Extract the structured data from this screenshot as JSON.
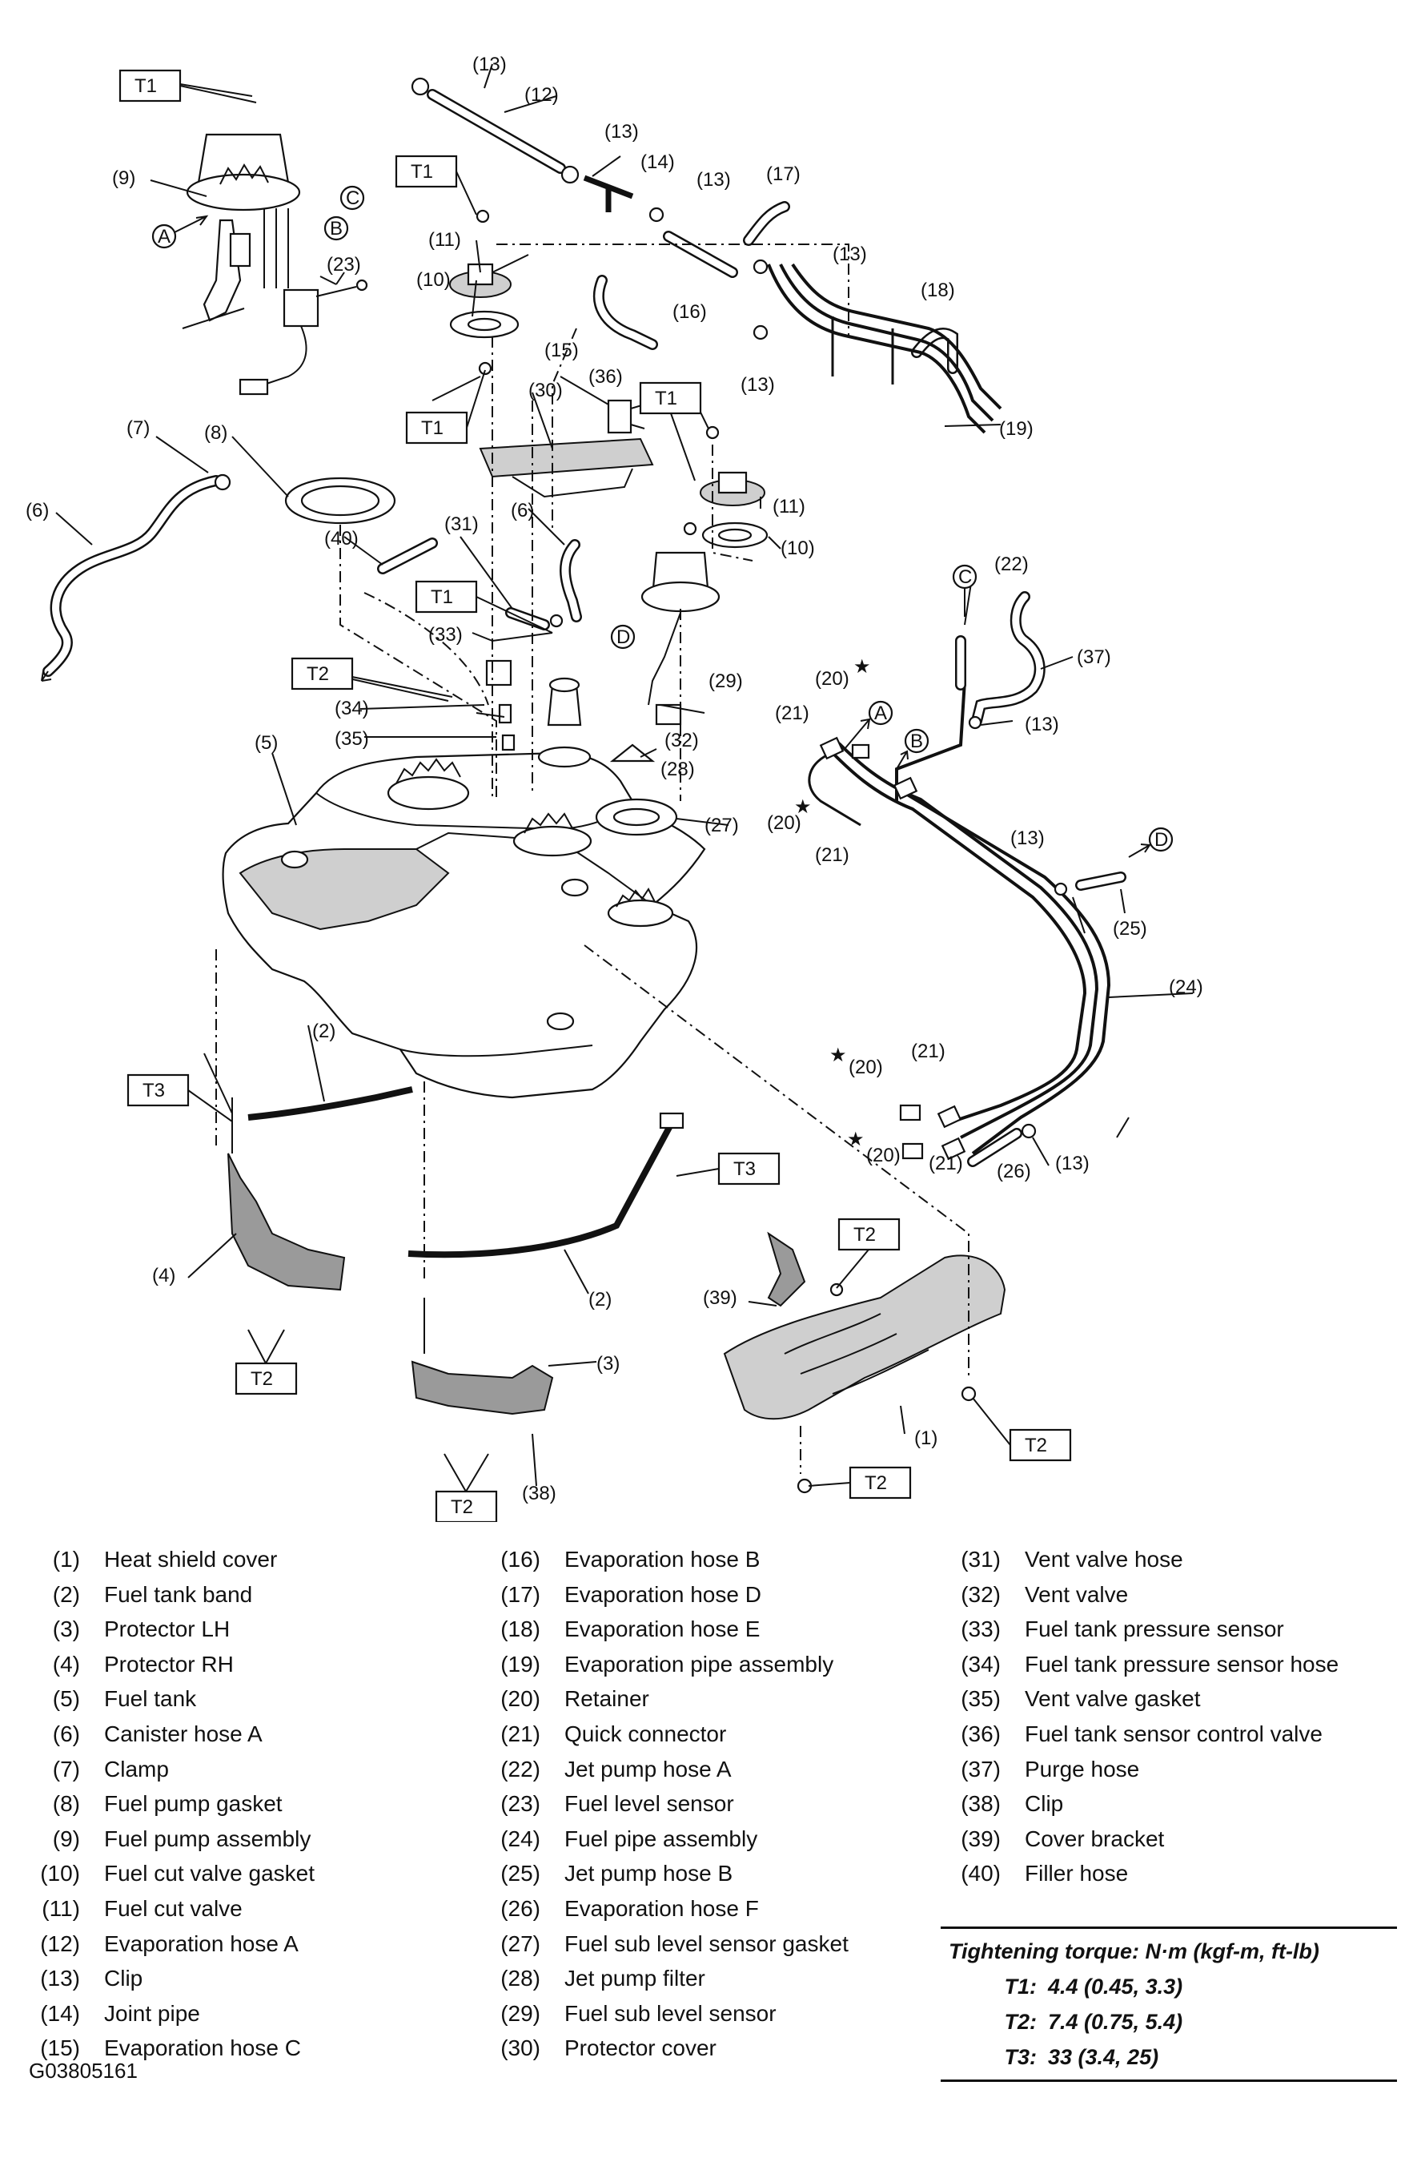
{
  "torque_marks": [
    "T1",
    "T2",
    "T3"
  ],
  "callout_marks": [
    "A",
    "B",
    "C",
    "D"
  ],
  "star_symbol": "★",
  "callouts": {
    "c1": "(1)",
    "c2": "(2)",
    "c3": "(3)",
    "c4": "(4)",
    "c5": "(5)",
    "c6": "(6)",
    "c7": "(7)",
    "c8": "(8)",
    "c9": "(9)",
    "c10": "(10)",
    "c11": "(11)",
    "c12": "(12)",
    "c13": "(13)",
    "c14": "(14)",
    "c15": "(15)",
    "c16": "(16)",
    "c17": "(17)",
    "c18": "(18)",
    "c19": "(19)",
    "c20": "(20)",
    "c21": "(21)",
    "c22": "(22)",
    "c23": "(23)",
    "c24": "(24)",
    "c25": "(25)",
    "c26": "(26)",
    "c27": "(27)",
    "c28": "(28)",
    "c29": "(29)",
    "c30": "(30)",
    "c31": "(31)",
    "c32": "(32)",
    "c33": "(33)",
    "c34": "(34)",
    "c35": "(35)",
    "c36": "(36)",
    "c37": "(37)",
    "c38": "(38)",
    "c39": "(39)",
    "c40": "(40)"
  },
  "legend": {
    "col1": [
      {
        "num": "(1)",
        "name": "Heat shield cover"
      },
      {
        "num": "(2)",
        "name": "Fuel tank band"
      },
      {
        "num": "(3)",
        "name": "Protector LH"
      },
      {
        "num": "(4)",
        "name": "Protector RH"
      },
      {
        "num": "(5)",
        "name": "Fuel tank"
      },
      {
        "num": "(6)",
        "name": "Canister hose A"
      },
      {
        "num": "(7)",
        "name": "Clamp"
      },
      {
        "num": "(8)",
        "name": "Fuel pump gasket"
      },
      {
        "num": "(9)",
        "name": "Fuel pump assembly"
      },
      {
        "num": "(10)",
        "name": "Fuel cut valve gasket"
      },
      {
        "num": "(11)",
        "name": "Fuel cut valve"
      },
      {
        "num": "(12)",
        "name": "Evaporation hose A"
      },
      {
        "num": "(13)",
        "name": "Clip"
      },
      {
        "num": "(14)",
        "name": "Joint pipe"
      },
      {
        "num": "(15)",
        "name": "Evaporation hose C"
      }
    ],
    "col2": [
      {
        "num": "(16)",
        "name": "Evaporation hose B"
      },
      {
        "num": "(17)",
        "name": "Evaporation hose D"
      },
      {
        "num": "(18)",
        "name": "Evaporation hose E"
      },
      {
        "num": "(19)",
        "name": "Evaporation pipe assembly"
      },
      {
        "num": "(20)",
        "name": "Retainer"
      },
      {
        "num": "(21)",
        "name": "Quick connector"
      },
      {
        "num": "(22)",
        "name": "Jet pump hose A"
      },
      {
        "num": "(23)",
        "name": "Fuel level sensor"
      },
      {
        "num": "(24)",
        "name": "Fuel pipe assembly"
      },
      {
        "num": "(25)",
        "name": "Jet pump hose B"
      },
      {
        "num": "(26)",
        "name": "Evaporation hose F"
      },
      {
        "num": "(27)",
        "name": "Fuel sub level sensor gasket"
      },
      {
        "num": "(28)",
        "name": "Jet pump filter"
      },
      {
        "num": "(29)",
        "name": "Fuel sub level sensor"
      },
      {
        "num": "(30)",
        "name": "Protector cover"
      }
    ],
    "col3": [
      {
        "num": "(31)",
        "name": "Vent valve hose"
      },
      {
        "num": "(32)",
        "name": "Vent valve"
      },
      {
        "num": "(33)",
        "name": "Fuel tank pressure sensor"
      },
      {
        "num": "(34)",
        "name": "Fuel tank pressure sensor hose"
      },
      {
        "num": "(35)",
        "name": "Vent valve gasket"
      },
      {
        "num": "(36)",
        "name": "Fuel tank sensor control valve"
      },
      {
        "num": "(37)",
        "name": "Purge hose"
      },
      {
        "num": "(38)",
        "name": "Clip"
      },
      {
        "num": "(39)",
        "name": "Cover bracket"
      },
      {
        "num": "(40)",
        "name": "Filler hose"
      }
    ]
  },
  "torque_table": {
    "heading": "Tightening torque: N·m (kgf-m, ft-lb)",
    "rows": [
      {
        "key": "T1:",
        "value": "4.4 (0.45, 3.3)"
      },
      {
        "key": "T2:",
        "value": "7.4 (0.75, 5.4)"
      },
      {
        "key": "T3:",
        "value": "33 (3.4, 25)"
      }
    ]
  },
  "figure_id": "G03805161"
}
